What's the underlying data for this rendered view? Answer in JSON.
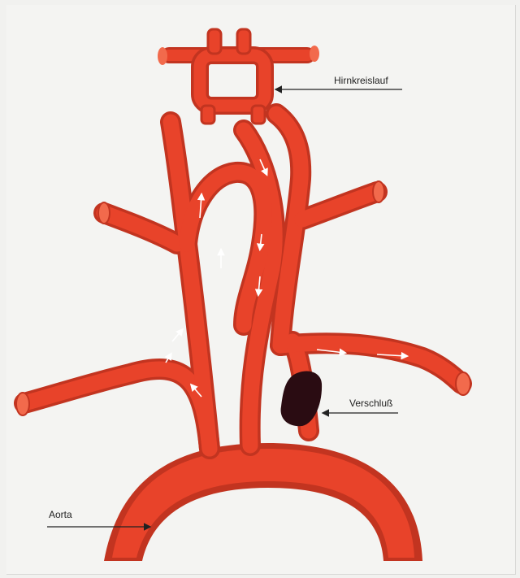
{
  "labels": {
    "circle_of_willis": "Hirnkreislauf",
    "occlusion": "Verschluß",
    "aorta": "Aorta"
  },
  "colors": {
    "vessel": "#e8432a",
    "vessel_dark": "#c23420",
    "vessel_highlight": "#f26a4c",
    "occlusion": "#2a0c12",
    "background": "#f4f4f2",
    "flow_arrow": "#ffffff",
    "pointer": "#222222"
  }
}
